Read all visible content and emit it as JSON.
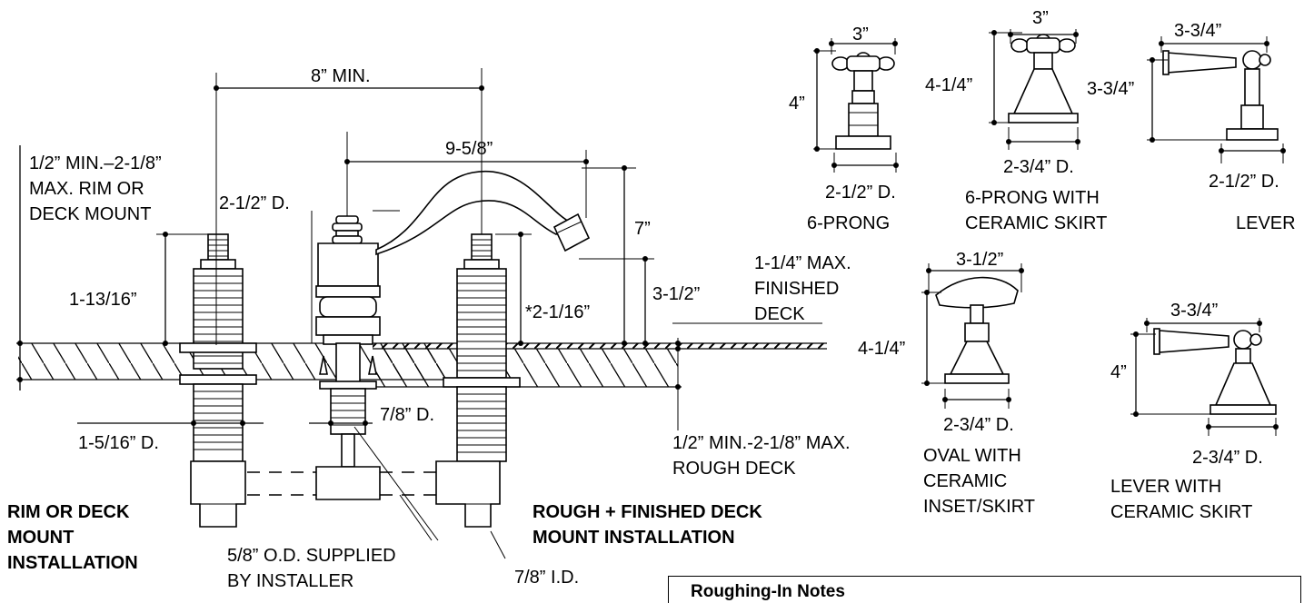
{
  "dims": {
    "min8": "8” MIN.",
    "d958": "9-5/8”",
    "d7": "7”",
    "d312": "3-1/2”",
    "d2116": "*2-1/16”",
    "d11316": "1-13/16”",
    "d212d": "2-1/2” D.",
    "d1516d": "1-5/16” D.",
    "d78d": "7/8” D.",
    "d78id": "7/8” I.D."
  },
  "notes": {
    "rim_l1": "1/2” MIN.–2-1/8”",
    "rim_l2": "MAX. RIM OR",
    "rim_l3": "DECK MOUNT",
    "fin_l1": "1-1/4” MAX.",
    "fin_l2": "FINISHED",
    "fin_l3": "DECK",
    "rough_l1": "1/2” MIN.-2-1/8” MAX.",
    "rough_l2": "ROUGH DECK",
    "supply_l1": "5/8” O.D. SUPPLIED",
    "supply_l2": "BY INSTALLER"
  },
  "titles": {
    "rim_l1": "RIM OR DECK",
    "rim_l2": "MOUNT",
    "rim_l3": "INSTALLATION",
    "rough_l1": "ROUGH + FINISHED DECK",
    "rough_l2": "MOUNT INSTALLATION"
  },
  "handles": {
    "prong": {
      "width": "3”",
      "height": "4”",
      "dia": "2-1/2” D.",
      "name_l1": "6-PRONG"
    },
    "prong_ceramic": {
      "width": "3”",
      "height": "4-1/4”",
      "dia": "2-3/4” D.",
      "name_l1": "6-PRONG WITH",
      "name_l2": "CERAMIC SKIRT"
    },
    "lever": {
      "width": "3-3/4”",
      "height": "3-3/4”",
      "dia": "2-1/2” D.",
      "name_l1": "LEVER"
    },
    "oval": {
      "width": "3-1/2”",
      "height": "4-1/4”",
      "dia": "2-3/4” D.",
      "name_l1": "OVAL WITH",
      "name_l2": "CERAMIC",
      "name_l3": "INSET/SKIRT"
    },
    "lever_ceramic": {
      "width": "3-3/4”",
      "height": "4”",
      "dia": "2-3/4” D.",
      "name_l1": "LEVER WITH",
      "name_l2": "CERAMIC SKIRT"
    }
  },
  "roughing_notes": {
    "title": "Roughing-In Notes"
  }
}
